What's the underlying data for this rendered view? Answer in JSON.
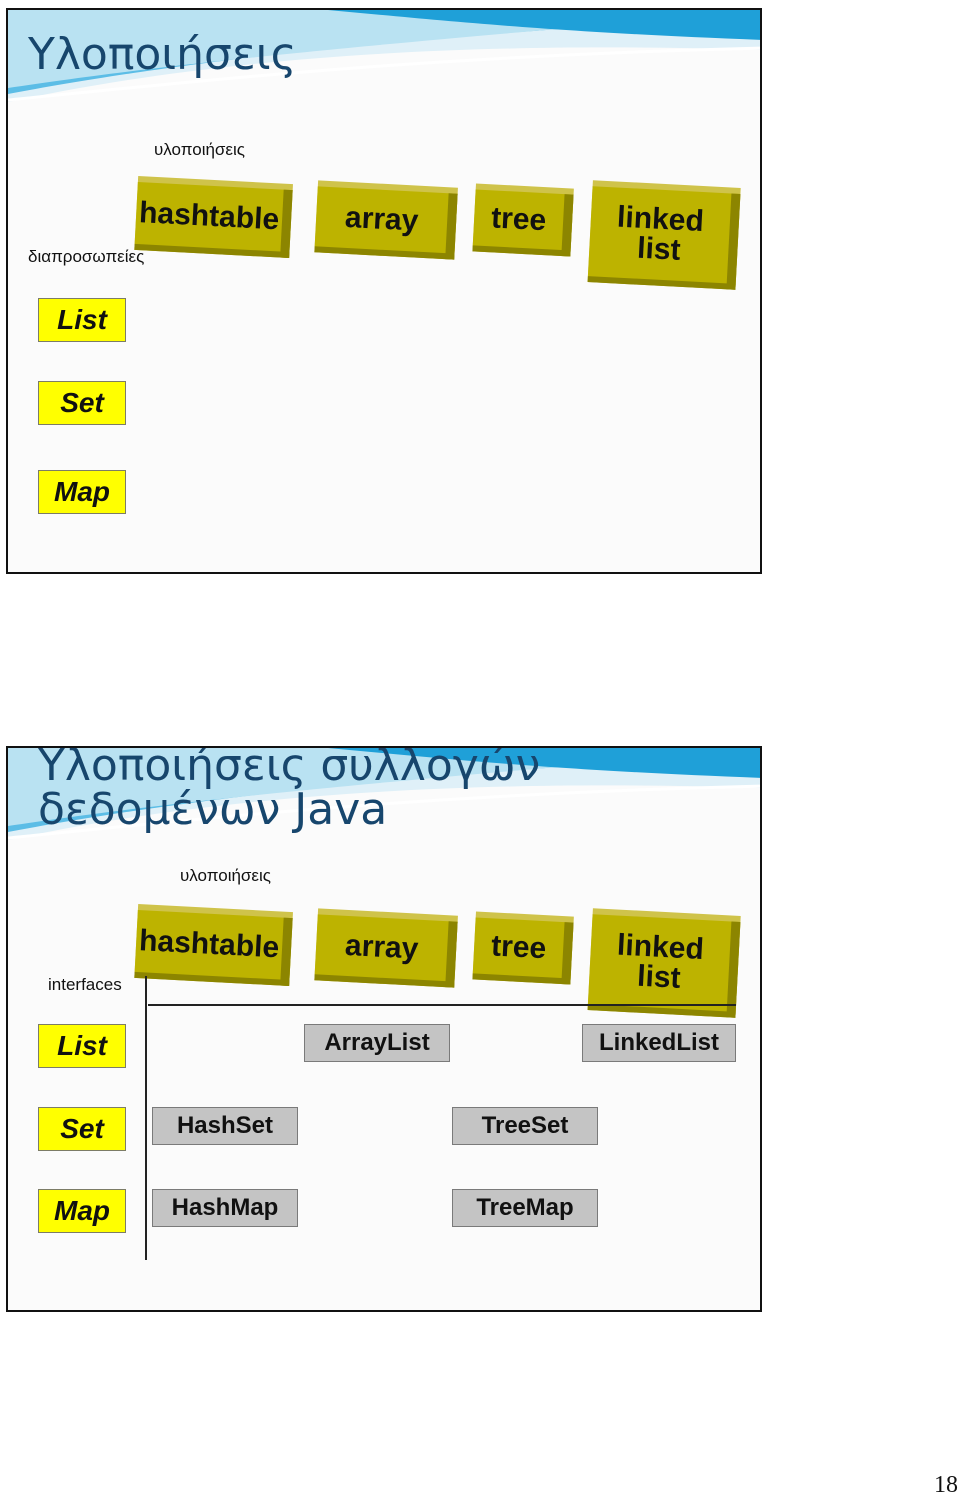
{
  "slide1": {
    "title": "Υλοποιήσεις",
    "implementations_label": "υλοποιήσεις",
    "interfaces_label": "διαπροσωπείες",
    "implementations": [
      "hashtable",
      "array",
      "tree",
      "linked list"
    ],
    "interfaces": [
      "List",
      "Set",
      "Map"
    ]
  },
  "slide2": {
    "title_line1": "Υλοποιήσεις συλλογών",
    "title_line2": "δεδομένων Java",
    "implementations_label": "υλοποιήσεις",
    "interfaces_label": "interfaces",
    "implementations": [
      "hashtable",
      "array",
      "tree",
      "linked list"
    ],
    "interfaces": [
      "List",
      "Set",
      "Map"
    ],
    "classes": {
      "list_array": "ArrayList",
      "list_linked": "LinkedList",
      "set_hash": "HashSet",
      "set_tree": "TreeSet",
      "map_hash": "HashMap",
      "map_tree": "TreeMap"
    }
  },
  "page_number": "18",
  "colors": {
    "title": "#17466d",
    "implementation_box": "#bdb300",
    "interface_box": "#ffff00",
    "class_box": "#c4c4c4",
    "banner_blue": "#1fa0d8"
  }
}
